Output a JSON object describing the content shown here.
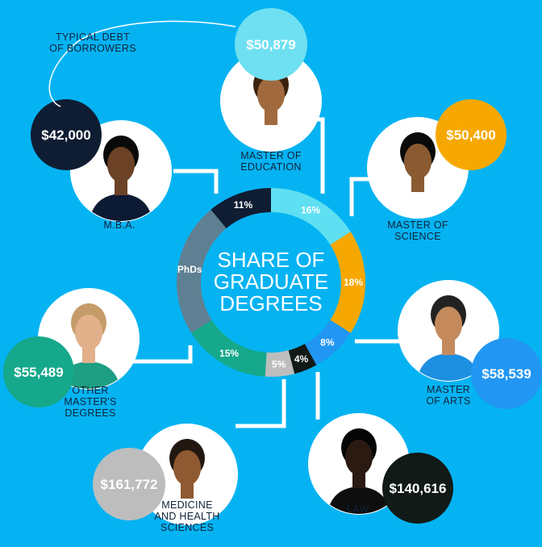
{
  "chart_data": {
    "type": "pie",
    "title": "SHARE OF GRADUATE DEGREES",
    "title_lines": [
      "SHARE OF",
      "GRADUATE",
      "DEGREES"
    ],
    "legend_note": [
      "TYPICAL DEBT",
      "OF BORROWERS"
    ],
    "segments": [
      {
        "label": "Master of Education",
        "pct_text": "16%",
        "value": 16,
        "color": "#5fdff2"
      },
      {
        "label": "Master of Science",
        "pct_text": "18%",
        "value": 18,
        "color": "#f7a800"
      },
      {
        "label": "Master of Arts",
        "pct_text": "8%",
        "value": 8,
        "color": "#2196f3"
      },
      {
        "label": "Law",
        "pct_text": "4%",
        "value": 4,
        "color": "#111a16"
      },
      {
        "label": "Medicine and Health Sciences",
        "pct_text": "5%",
        "value": 5,
        "color": "#bdbdbd"
      },
      {
        "label": "Other Master's Degrees",
        "pct_text": "15%",
        "value": 15,
        "color": "#15a88a"
      },
      {
        "label": "PhDs",
        "pct_text": "PhDs",
        "value": 23,
        "color": "#5f8093"
      },
      {
        "label": "M.B.A.",
        "pct_text": "11%",
        "value": 11,
        "color": "#0f1d33"
      }
    ],
    "people": [
      {
        "id": "edu",
        "label_lines": [
          "MASTER OF",
          "EDUCATION"
        ],
        "debt": "$50,879",
        "badge_color": "#6ee0f1",
        "badge_text": "#ffffff"
      },
      {
        "id": "sci",
        "label_lines": [
          "MASTER OF",
          "SCIENCE"
        ],
        "debt": "$50,400",
        "badge_color": "#f7a800",
        "badge_text": "#ffffff"
      },
      {
        "id": "arts",
        "label_lines": [
          "MASTER",
          "OF ARTS"
        ],
        "debt": "$58,539",
        "badge_color": "#2196f3",
        "badge_text": "#ffffff"
      },
      {
        "id": "law",
        "label_lines": [
          "LAW"
        ],
        "debt": "$140,616",
        "badge_color": "#111a16",
        "badge_text": "#ffffff"
      },
      {
        "id": "med",
        "label_lines": [
          "MEDICINE",
          "AND HEALTH",
          "SCIENCES"
        ],
        "debt": "$161,772",
        "badge_color": "#bdbdbd",
        "badge_text": "#ffffff"
      },
      {
        "id": "other",
        "label_lines": [
          "OTHER",
          "MASTER'S",
          "DEGREES"
        ],
        "debt": "$55,489",
        "badge_color": "#15a88a",
        "badge_text": "#ffffff"
      },
      {
        "id": "mba",
        "label_lines": [
          "M.B.A."
        ],
        "debt": "$42,000",
        "badge_color": "#0f1d33",
        "badge_text": "#ffffff"
      }
    ]
  }
}
